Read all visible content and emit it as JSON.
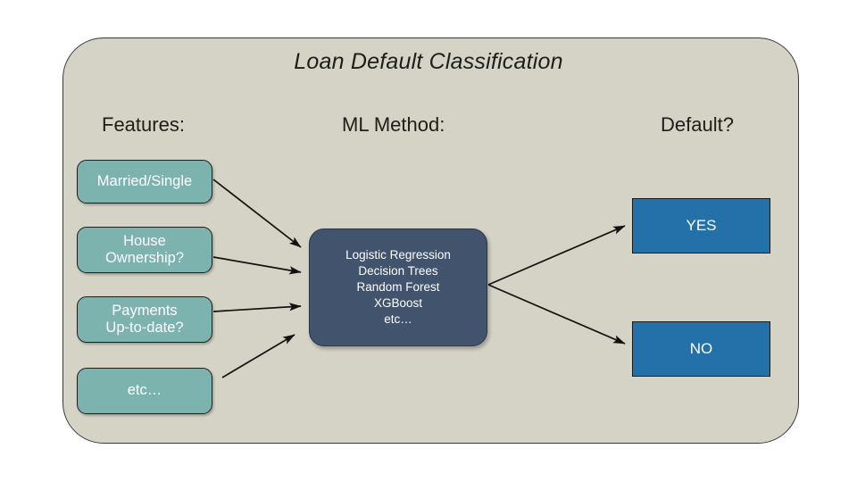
{
  "diagram": {
    "title": "Loan Default Classification",
    "background_color": "#d5d3c6",
    "border_color": "#3a3a38",
    "columns": {
      "features_heading": "Features:",
      "method_heading": "ML Method:",
      "output_heading": "Default?"
    },
    "features": {
      "box_color": "#7cb3ae",
      "text_color": "#ffffff",
      "items": [
        {
          "label": "Married/Single",
          "lines": [
            "Married/Single"
          ]
        },
        {
          "label": "House Ownership?",
          "lines": [
            "House",
            "Ownership?"
          ]
        },
        {
          "label": "Payments Up-to-date?",
          "lines": [
            "Payments",
            "Up-to-date?"
          ]
        },
        {
          "label": "etc…",
          "lines": [
            "etc…"
          ]
        }
      ]
    },
    "method": {
      "box_color": "#42536e",
      "text_color": "#ffffff",
      "methods": [
        "Logistic Regression",
        "Decision Trees",
        "Random Forest",
        "XGBoost",
        "etc…"
      ]
    },
    "outputs": {
      "box_color": "#2470a8",
      "text_color": "#ffffff",
      "items": [
        {
          "label": "YES"
        },
        {
          "label": "NO"
        }
      ]
    },
    "connectors": {
      "color": "#111111",
      "input_arrows": [
        {
          "from_feature": "Married/Single",
          "to": "ML Method"
        },
        {
          "from_feature": "House Ownership?",
          "to": "ML Method"
        },
        {
          "from_feature": "Payments Up-to-date?",
          "to": "ML Method"
        },
        {
          "from_feature": "etc…",
          "to": "ML Method"
        }
      ],
      "output_arrows": [
        {
          "from": "ML Method",
          "to_output": "YES"
        },
        {
          "from": "ML Method",
          "to_output": "NO"
        }
      ]
    }
  }
}
